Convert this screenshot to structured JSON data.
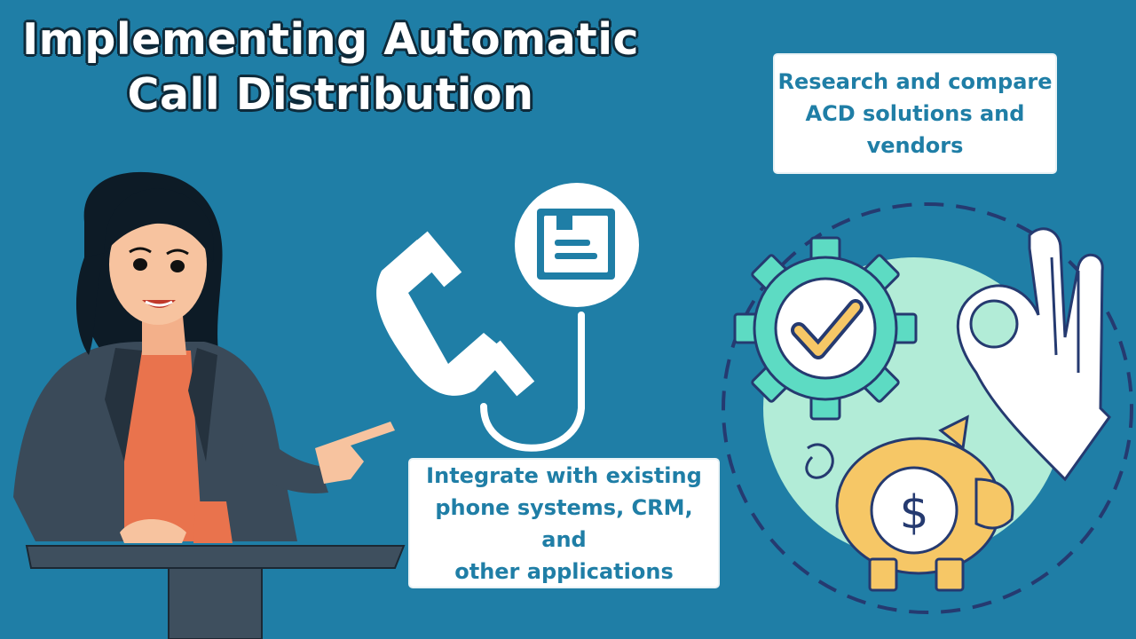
{
  "title": {
    "line1": "Implementing Automatic",
    "line2": "Call Distribution"
  },
  "cards": {
    "research": {
      "line1": "Research and compare",
      "line2": "ACD solutions and",
      "line3": "vendors"
    },
    "integrate": {
      "line1": "Integrate with existing",
      "line2": "phone systems, CRM, and",
      "line3": "other applications"
    }
  },
  "icons": [
    "woman-presenter-illustration",
    "phone-handset-icon",
    "document-icon",
    "gear-check-icon",
    "ok-hand-icon",
    "piggy-bank-dollar-icon"
  ],
  "colors": {
    "background": "#1f7ea6",
    "card_text": "#1f7ea6",
    "gear": "#5ddbc3",
    "piggy": "#f6c766",
    "circle": "#b2ecd7"
  }
}
